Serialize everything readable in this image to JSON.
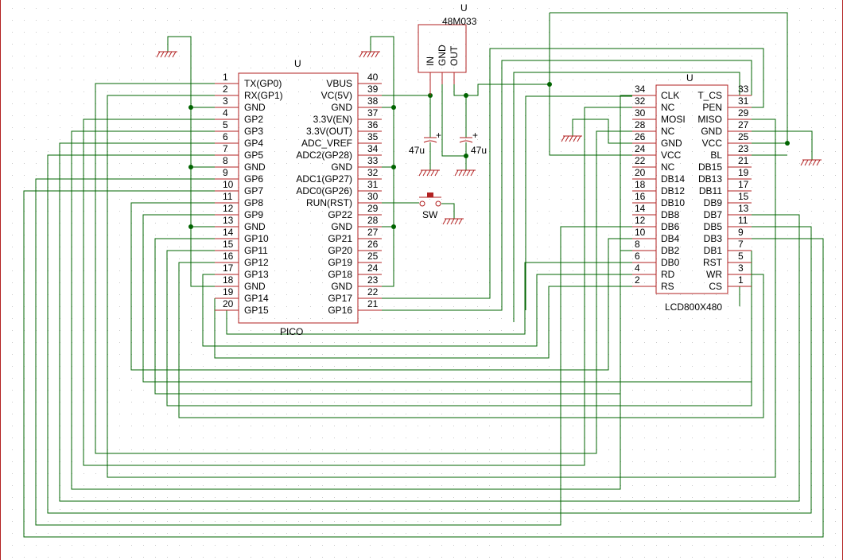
{
  "colors": {
    "wire": "#006400",
    "part": "#b22222",
    "junction": "#006400",
    "grid_dot": "#c8c8c8",
    "text": "#000000"
  },
  "pico": {
    "ref": "U",
    "name": "PICO",
    "left_pins": [
      {
        "num": "1",
        "label": "TX(GP0)"
      },
      {
        "num": "2",
        "label": "RX(GP1)"
      },
      {
        "num": "3",
        "label": "GND"
      },
      {
        "num": "4",
        "label": "GP2"
      },
      {
        "num": "5",
        "label": "GP3"
      },
      {
        "num": "6",
        "label": "GP4"
      },
      {
        "num": "7",
        "label": "GP5"
      },
      {
        "num": "8",
        "label": "GND"
      },
      {
        "num": "9",
        "label": "GP6"
      },
      {
        "num": "10",
        "label": "GP7"
      },
      {
        "num": "11",
        "label": "GP8"
      },
      {
        "num": "12",
        "label": "GP9"
      },
      {
        "num": "13",
        "label": "GND"
      },
      {
        "num": "14",
        "label": "GP10"
      },
      {
        "num": "15",
        "label": "GP11"
      },
      {
        "num": "16",
        "label": "GP12"
      },
      {
        "num": "17",
        "label": "GP13"
      },
      {
        "num": "18",
        "label": "GND"
      },
      {
        "num": "19",
        "label": "GP14"
      },
      {
        "num": "20",
        "label": "GP15"
      }
    ],
    "right_pins": [
      {
        "num": "40",
        "label": "VBUS"
      },
      {
        "num": "39",
        "label": "VC(5V)"
      },
      {
        "num": "38",
        "label": "GND"
      },
      {
        "num": "37",
        "label": "3.3V(EN)"
      },
      {
        "num": "36",
        "label": "3.3V(OUT)"
      },
      {
        "num": "35",
        "label": "ADC_VREF"
      },
      {
        "num": "34",
        "label": "ADC2(GP28)"
      },
      {
        "num": "33",
        "label": "GND"
      },
      {
        "num": "32",
        "label": "ADC1(GP27)"
      },
      {
        "num": "31",
        "label": "ADC0(GP26)"
      },
      {
        "num": "30",
        "label": "RUN(RST)"
      },
      {
        "num": "29",
        "label": "GP22"
      },
      {
        "num": "28",
        "label": "GND"
      },
      {
        "num": "27",
        "label": "GP21"
      },
      {
        "num": "26",
        "label": "GP20"
      },
      {
        "num": "25",
        "label": "GP19"
      },
      {
        "num": "24",
        "label": "GP18"
      },
      {
        "num": "23",
        "label": "GND"
      },
      {
        "num": "22",
        "label": "GP17"
      },
      {
        "num": "21",
        "label": "GP16"
      }
    ]
  },
  "lcd": {
    "ref": "U",
    "name": "LCD800X480",
    "left_pins": [
      {
        "num": "34",
        "label": "CLK"
      },
      {
        "num": "32",
        "label": "NC"
      },
      {
        "num": "30",
        "label": "MOSI"
      },
      {
        "num": "28",
        "label": "NC"
      },
      {
        "num": "26",
        "label": "GND"
      },
      {
        "num": "24",
        "label": "VCC"
      },
      {
        "num": "22",
        "label": "NC"
      },
      {
        "num": "20",
        "label": "DB14"
      },
      {
        "num": "18",
        "label": "DB12"
      },
      {
        "num": "16",
        "label": "DB10"
      },
      {
        "num": "14",
        "label": "DB8"
      },
      {
        "num": "12",
        "label": "DB6"
      },
      {
        "num": "10",
        "label": "DB4"
      },
      {
        "num": "8",
        "label": "DB2"
      },
      {
        "num": "6",
        "label": "DB0"
      },
      {
        "num": "4",
        "label": "RD"
      },
      {
        "num": "2",
        "label": "RS"
      }
    ],
    "right_pins": [
      {
        "num": "33",
        "label": "T_CS"
      },
      {
        "num": "31",
        "label": "PEN"
      },
      {
        "num": "29",
        "label": "MISO"
      },
      {
        "num": "27",
        "label": "GND"
      },
      {
        "num": "25",
        "label": "VCC"
      },
      {
        "num": "23",
        "label": "BL"
      },
      {
        "num": "21",
        "label": "DB15"
      },
      {
        "num": "19",
        "label": "DB13"
      },
      {
        "num": "17",
        "label": "DB11"
      },
      {
        "num": "15",
        "label": "DB9"
      },
      {
        "num": "13",
        "label": "DB7"
      },
      {
        "num": "11",
        "label": "DB5"
      },
      {
        "num": "9",
        "label": "DB3"
      },
      {
        "num": "7",
        "label": "DB1"
      },
      {
        "num": "5",
        "label": "RST"
      },
      {
        "num": "3",
        "label": "WR"
      },
      {
        "num": "1",
        "label": "CS"
      }
    ]
  },
  "regulator": {
    "ref": "U",
    "name": "48M033",
    "pins": [
      "IN",
      "GND",
      "OUT"
    ]
  },
  "capacitors": [
    {
      "value": "47u"
    },
    {
      "value": "47u"
    }
  ],
  "switch": {
    "label": "SW"
  },
  "cap_polarity": "+"
}
